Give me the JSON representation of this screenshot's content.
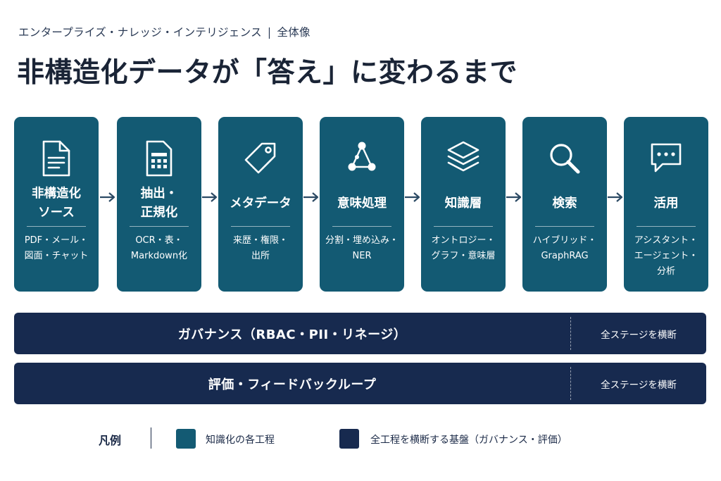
{
  "header": {
    "subtitle": "エンタープライズ・ナレッジ・インテリジェンス",
    "separator": "|",
    "subtitle_suffix": "全体像",
    "title": "非構造化データが「答え」に変わるまで"
  },
  "colors": {
    "stage_fill": "#135a73",
    "band_fill": "#172a4f",
    "text_dark": "#1b2a47",
    "arrow": "#2c4a64"
  },
  "stages": [
    {
      "name": "非構造化\nソース",
      "desc": "PDF・メール・\n図面・チャット",
      "icon": "document-icon"
    },
    {
      "name": "抽出・\n正規化",
      "desc": "OCR・表・\nMarkdown化",
      "icon": "spreadsheet-icon"
    },
    {
      "name": "メタデータ",
      "desc": "来歴・権限・\n出所",
      "icon": "tag-icon"
    },
    {
      "name": "意味処理",
      "desc": "分割・埋め込み・\nNER",
      "icon": "network-icon"
    },
    {
      "name": "知識層",
      "desc": "オントロジー・\nグラフ・意味層",
      "icon": "layers-icon"
    },
    {
      "name": "検索",
      "desc": "ハイブリッド・\nGraphRAG",
      "icon": "search-icon"
    },
    {
      "name": "活用",
      "desc": "アシスタント・\nエージェント・\n分析",
      "icon": "chat-icon"
    }
  ],
  "bands": [
    {
      "label": "ガバナンス（RBAC・PII・リネージ）",
      "scope": "全ステージを横断"
    },
    {
      "label": "評価・フィードバックループ",
      "scope": "全ステージを横断"
    }
  ],
  "legend": {
    "title": "凡例",
    "items": [
      {
        "label": "知識化の各工程",
        "color": "#135a73"
      },
      {
        "label": "全工程を横断する基盤（ガバナンス・評価）",
        "color": "#172a4f"
      }
    ]
  }
}
